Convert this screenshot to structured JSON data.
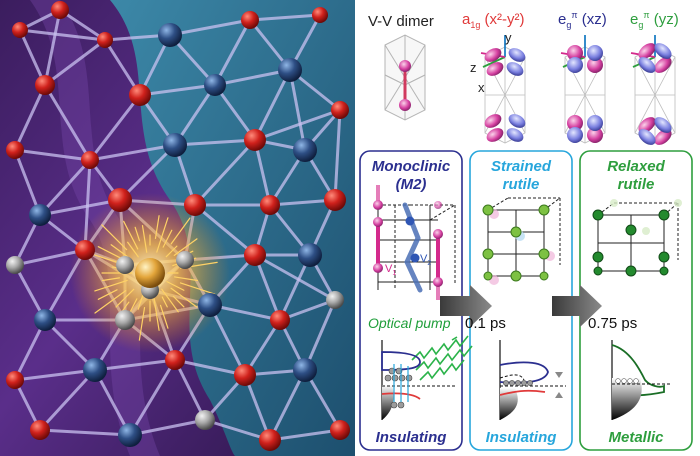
{
  "dimer": {
    "title": "V-V dimer"
  },
  "orbitals": [
    {
      "main": "a",
      "sub": "1g",
      "paren": " (x²-y²)",
      "color": "#e03a3a"
    },
    {
      "main": "e",
      "sub": "g",
      "sup": "π",
      "paren": " (xz)",
      "color": "#2b2f8f"
    },
    {
      "main": "e",
      "sub": "g",
      "sup": "π",
      "paren": " (yz)",
      "color": "#2e9e3e"
    }
  ],
  "axes": {
    "x": "x",
    "y": "y",
    "z": "z"
  },
  "panels": [
    {
      "title1": "Monoclinic",
      "title2": "(M2)",
      "color": "#2b2f8f",
      "footer": "Insulating"
    },
    {
      "title1": "Strained",
      "title2": "rutile",
      "color": "#27a6dc",
      "footer": "Insulating"
    },
    {
      "title1": "Relaxed",
      "title2": "rutile",
      "color": "#2e9e3e",
      "footer": "Metallic"
    }
  ],
  "atom_labels": {
    "v1": "V",
    "v1_sub": "1",
    "v2": "V",
    "v2_sub": "2"
  },
  "pump": {
    "label": "Optical pump"
  },
  "times": {
    "t1": "0.1 ps",
    "t2": "0.75 ps"
  },
  "colors": {
    "monoclinic": "#2b2f8f",
    "strained": "#27a6dc",
    "relaxed": "#2e9e3e",
    "a1g": "#e03a3a",
    "magenta": "#d42a8c"
  }
}
